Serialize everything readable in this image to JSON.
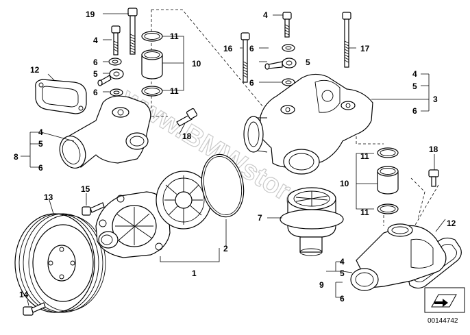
{
  "labels": {
    "l1": "1",
    "l2": "2",
    "l3": "3",
    "l4": "4",
    "l5": "5",
    "l6": "6",
    "l7": "7",
    "l8": "8",
    "l9": "9",
    "l10": "10",
    "l11": "11",
    "l12": "12",
    "l13": "13",
    "l14": "14",
    "l15": "15",
    "l16": "16",
    "l17": "17",
    "l18": "18",
    "l19": "19"
  },
  "watermark": "www.BMWstore.pl",
  "reference_number": "00144742",
  "icon": "arrow-box-icon"
}
